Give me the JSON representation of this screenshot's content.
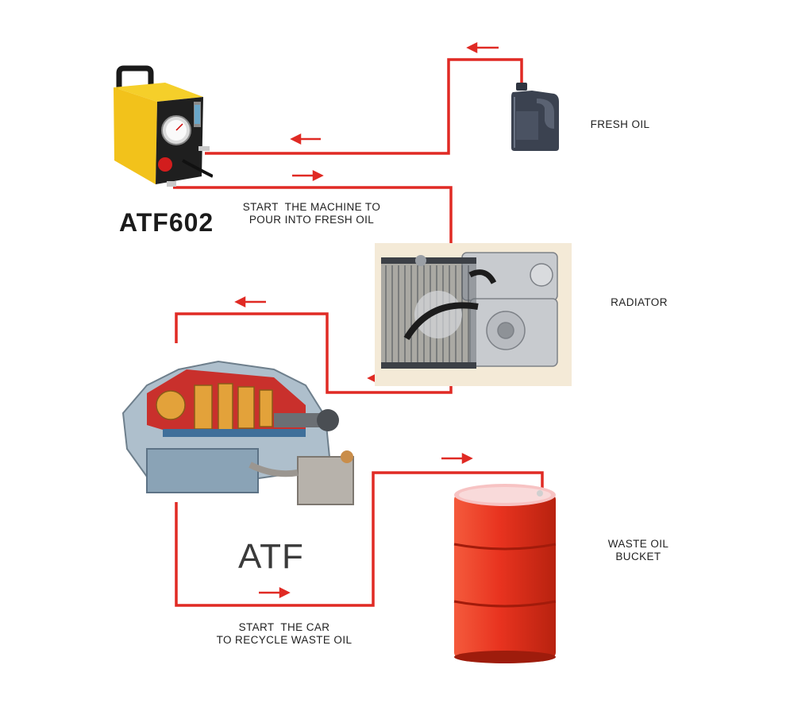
{
  "machine_name": "ATF602",
  "transmission_name": "ATF",
  "labels": {
    "fresh_oil": "FRESH OIL",
    "radiator": "RADIATOR",
    "waste_oil": [
      "WASTE OIL",
      "BUCKET"
    ],
    "start_machine": [
      "START  THE MACHINE TO",
      "POUR INTO FRESH OIL"
    ],
    "start_car": [
      "START  THE CAR",
      "TO RECYCLE WASTE OIL"
    ]
  },
  "colors": {
    "flow_line": "#e02a24",
    "machine_body": "#f2c21b",
    "barrel": "#e8331f",
    "bottle": "#3b4250"
  },
  "icons": [
    "oil-machine-image",
    "oil-bottle-image",
    "radiator-engine-image",
    "transmission-image",
    "waste-barrel-image"
  ]
}
